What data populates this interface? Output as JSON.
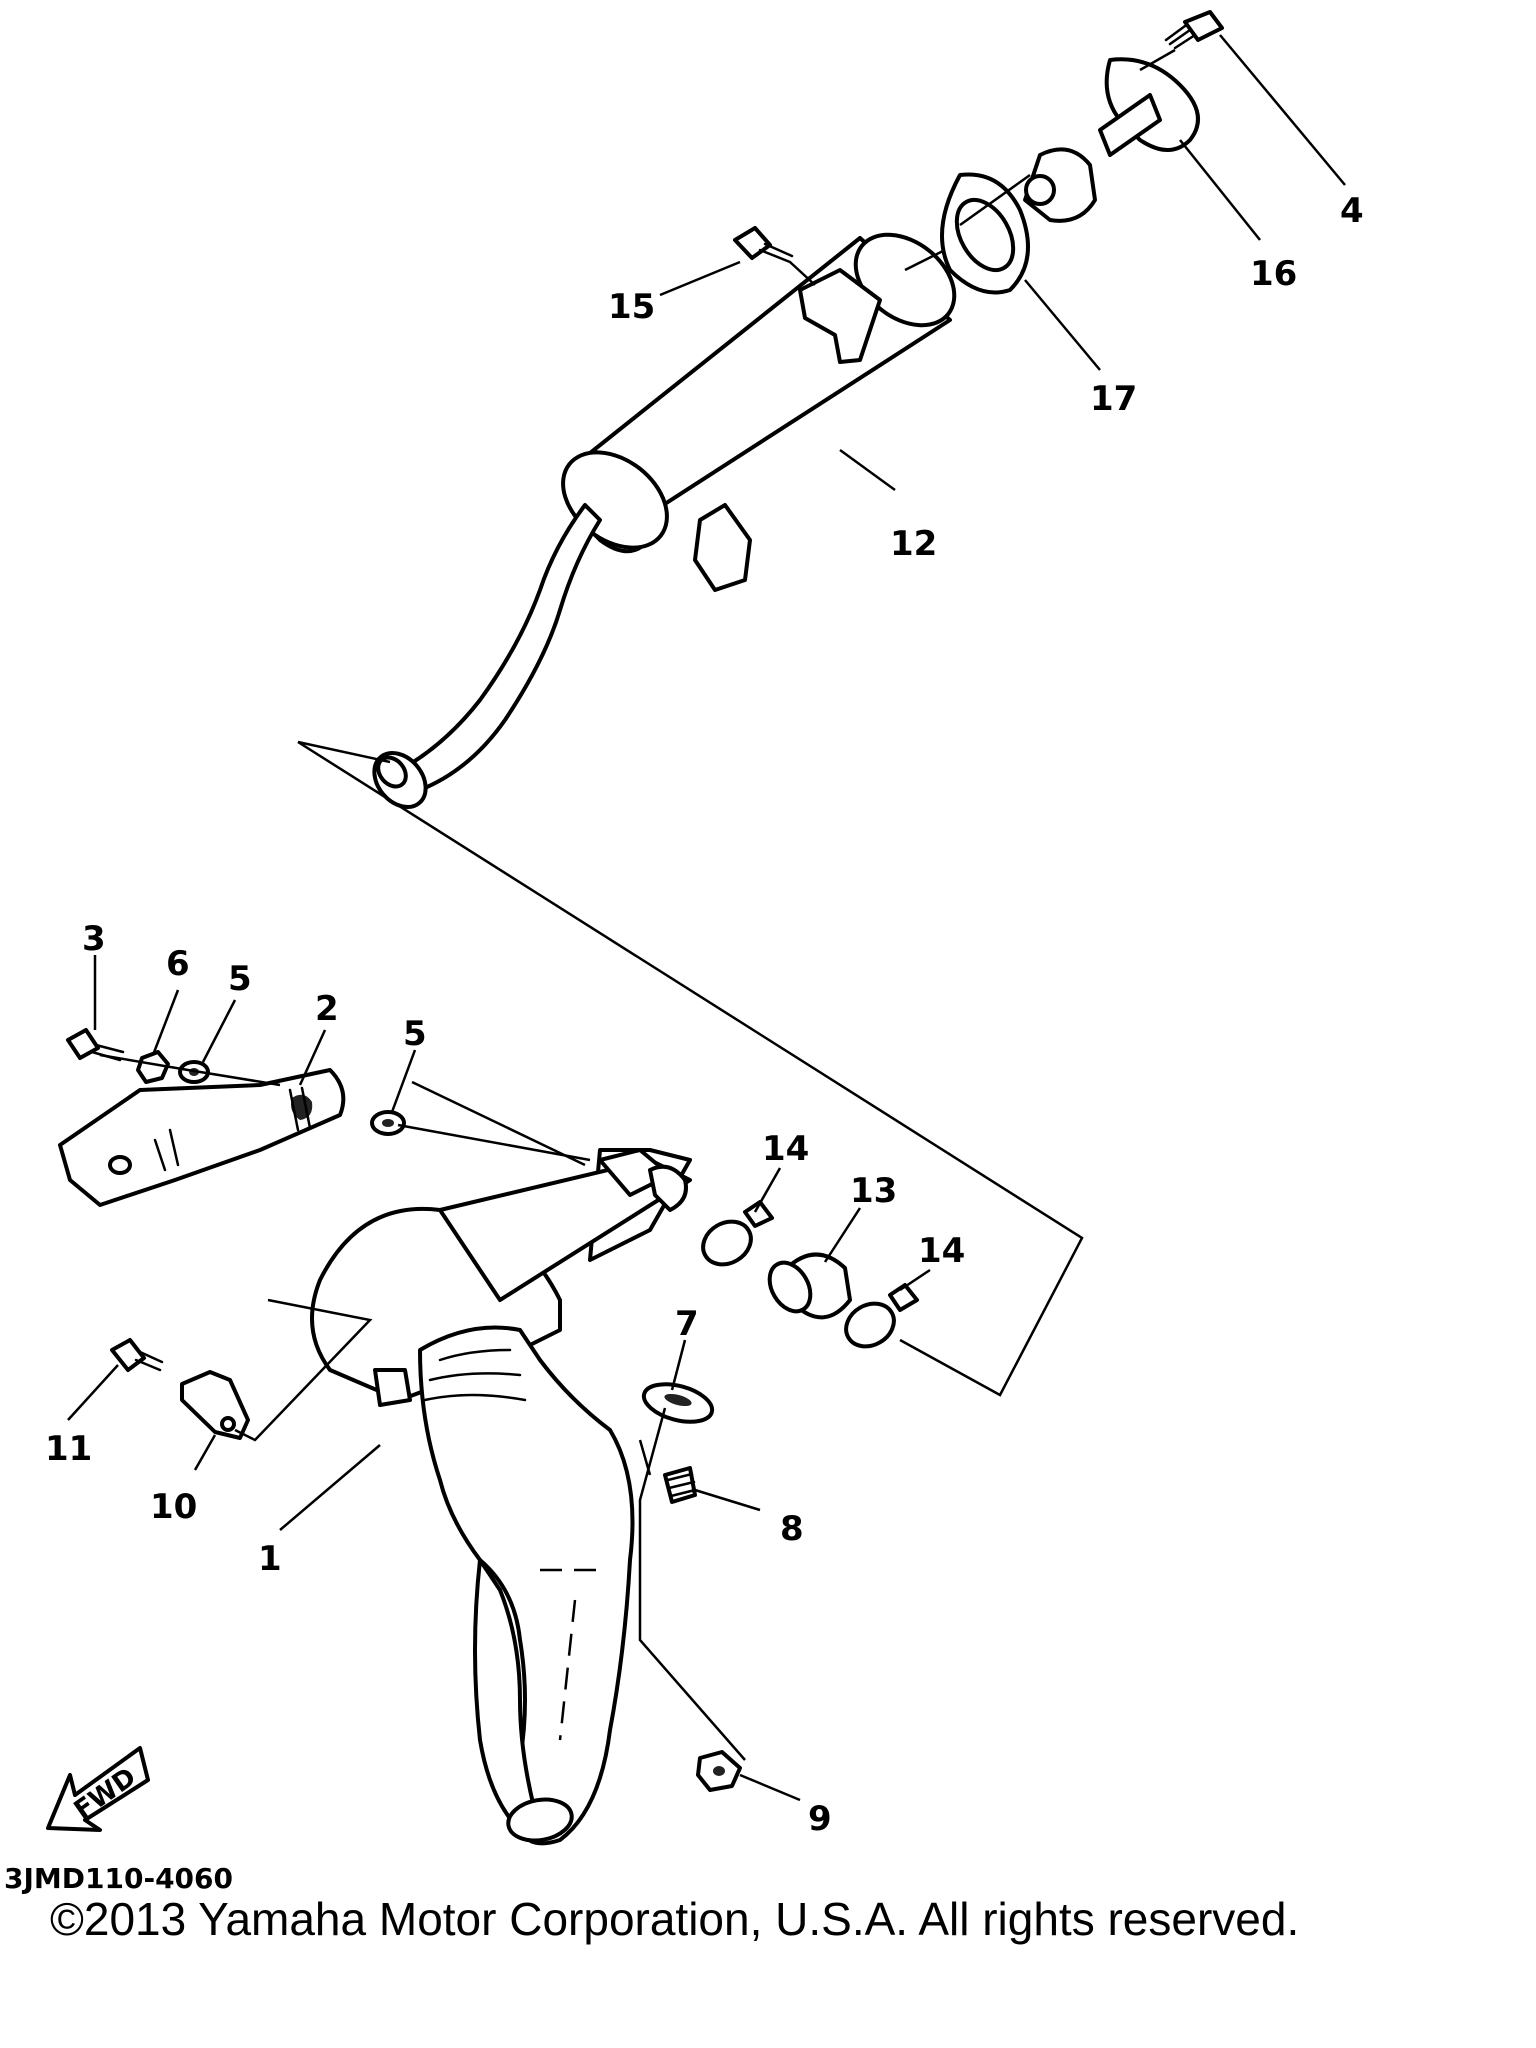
{
  "diagram": {
    "callouts": [
      {
        "id": "1",
        "label": "1"
      },
      {
        "id": "2",
        "label": "2"
      },
      {
        "id": "3",
        "label": "3"
      },
      {
        "id": "4",
        "label": "4"
      },
      {
        "id": "5a",
        "label": "5"
      },
      {
        "id": "5b",
        "label": "5"
      },
      {
        "id": "6",
        "label": "6"
      },
      {
        "id": "7",
        "label": "7"
      },
      {
        "id": "8",
        "label": "8"
      },
      {
        "id": "9",
        "label": "9"
      },
      {
        "id": "10",
        "label": "10"
      },
      {
        "id": "11",
        "label": "11"
      },
      {
        "id": "12",
        "label": "12"
      },
      {
        "id": "13",
        "label": "13"
      },
      {
        "id": "14a",
        "label": "14"
      },
      {
        "id": "14b",
        "label": "14"
      },
      {
        "id": "15",
        "label": "15"
      },
      {
        "id": "16",
        "label": "16"
      },
      {
        "id": "17",
        "label": "17"
      }
    ],
    "fwd_label": "FWD",
    "drawing_code": "3JMD110-4060",
    "copyright": "©2013 Yamaha Motor Corporation, U.S.A. All rights reserved."
  }
}
